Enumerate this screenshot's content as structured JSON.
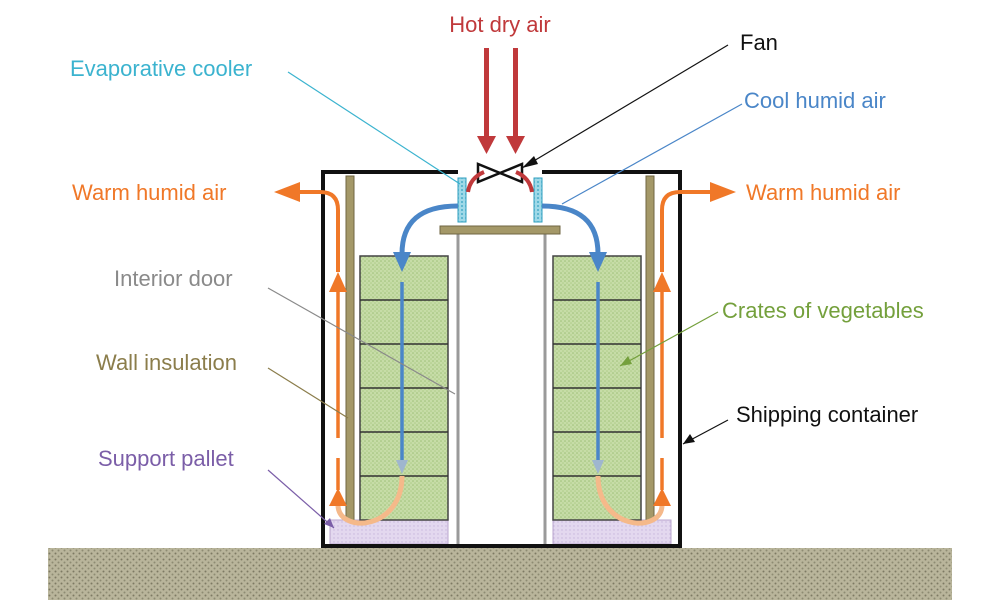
{
  "labels": {
    "hot_dry_air": "Hot dry air",
    "fan": "Fan",
    "evaporative_cooler": "Evaporative cooler",
    "cool_humid_air": "Cool humid air",
    "warm_humid_air_left": "Warm humid air",
    "warm_humid_air_right": "Warm humid air",
    "interior_door": "Interior door",
    "crates_of_vegetables": "Crates of vegetables",
    "wall_insulation": "Wall insulation",
    "shipping_container": "Shipping container",
    "support_pallet": "Support pallet"
  },
  "colors": {
    "hot_air": "#c0393b",
    "cool_air": "#4a86c8",
    "warm_air": "#f07828",
    "warm_air_light": "#f5b98a",
    "evaporative_cooler": "#3bb3cf",
    "crate_label": "#74a03c",
    "wall_insulation": "#8b7d4b",
    "support_pallet": "#7b5ea8",
    "door": "#8a8a8a",
    "text_dark": "#111111",
    "crate_fill": "#c9deaa",
    "pallet_fill": "#e0d3ee",
    "ground": "#aaa68c"
  }
}
